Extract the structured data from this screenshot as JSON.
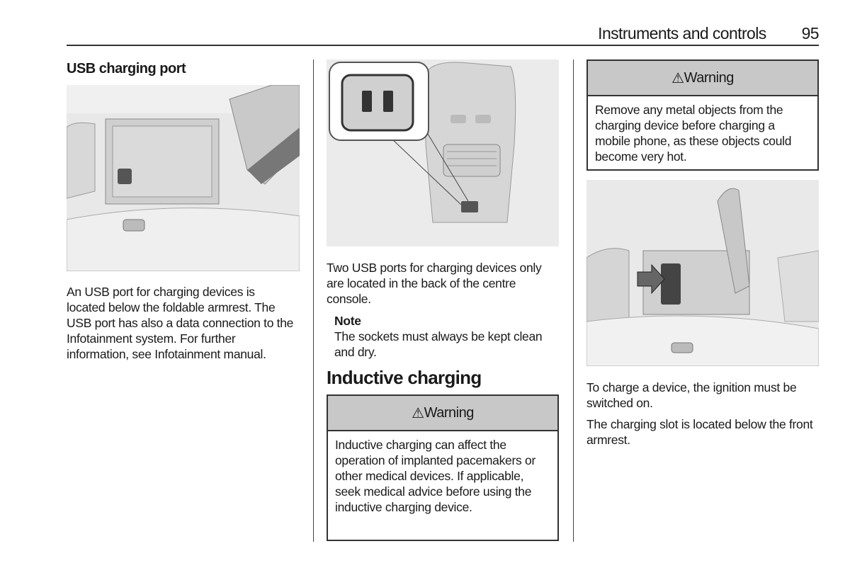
{
  "header": {
    "section": "Instruments and controls",
    "page": "95"
  },
  "col1": {
    "heading": "USB charging port",
    "paragraph": "An USB port for charging devices is located below the foldable armrest. The USB port has also a data connection to the Infotainment system. For further information, see Infotainment manual."
  },
  "col2": {
    "paragraph": "Two USB ports for charging devices only are located in the back of the centre console.",
    "note_label": "Note",
    "note_text": "The sockets must always be kept clean and dry.",
    "heading": "Inductive charging",
    "warning": {
      "icon": "warning-triangle-icon",
      "title": "Warning",
      "text": "Inductive charging can affect the operation of implanted pacemakers or other medical devices. If applicable, seek medical advice before using the inductive charging device."
    }
  },
  "col3": {
    "warning": {
      "icon": "warning-triangle-icon",
      "title": "Warning",
      "text": "Remove any metal objects from the charging device before charging a mobile phone, as these objects could become very hot."
    },
    "paragraph1": "To charge a device, the ignition must be switched on.",
    "paragraph2": "The charging slot is located below the front armrest."
  }
}
